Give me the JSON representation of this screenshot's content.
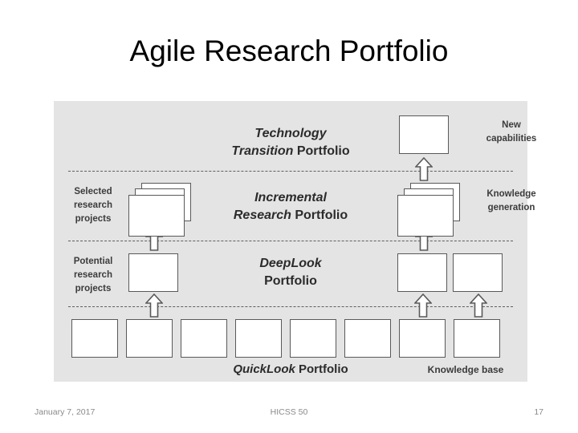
{
  "slide": {
    "title": "Agile Research Portfolio"
  },
  "diagram": {
    "tiers": [
      {
        "id": "technology-transition",
        "center_line1": "Technology",
        "center_line2_italic": "Transition",
        "center_line2_plain": "Portfolio",
        "right_label_line1": "New",
        "right_label_line2": "capabilities"
      },
      {
        "id": "incremental-research",
        "center_line1": "Incremental",
        "center_line2_italic": "Research",
        "center_line2_plain": "Portfolio",
        "left_label_line1": "Selected",
        "left_label_line2": "research",
        "left_label_line3": "projects",
        "right_label_line1": "Knowledge",
        "right_label_line2": "generation"
      },
      {
        "id": "deeplook",
        "center_line1": "DeepLook",
        "center_line2_plain": "Portfolio",
        "left_label_line1": "Potential",
        "left_label_line2": "research",
        "left_label_line3": "projects"
      },
      {
        "id": "quicklook",
        "bottom_label_italic": "QuickLook",
        "bottom_label_plain": "Portfolio",
        "knowledge_base_label": "Knowledge base"
      }
    ],
    "colors": {
      "panel_bg": "#e4e4e4",
      "box_fill": "#ffffff",
      "box_stroke": "#595959",
      "divider": "#5e5e5e",
      "label_text": "#3b3b3b"
    },
    "counts": {
      "quicklook_boxes": 8,
      "deeplook_boxes": 3,
      "incremental_stacks": 2,
      "transition_boxes": 1
    }
  },
  "footer": {
    "date": "January 7, 2017",
    "conference": "HICSS 50",
    "page_number": "17"
  }
}
